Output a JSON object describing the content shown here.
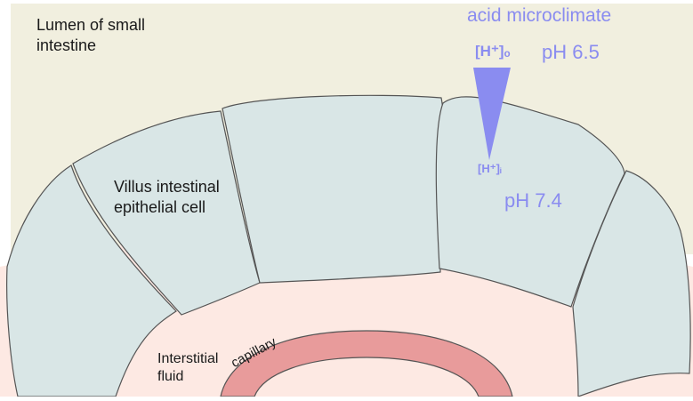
{
  "labels": {
    "lumen": "Lumen of small\nintestine",
    "villus_cell": "Villus intestinal\nepithelial cell",
    "acid_microclimate": "acid microclimate",
    "h_outside": "[H⁺]ₒ",
    "ph_outside": "pH 6.5",
    "h_inside": "[H⁺]ᵢ",
    "ph_inside": "pH 7.4",
    "interstitial": "Interstitial\nfluid",
    "capillary": "capillary"
  },
  "colors": {
    "lumen_bg": "#f1efdf",
    "cell_fill": "#d9e6e6",
    "cell_stroke": "#555555",
    "interstitial_bg": "#fde9e3",
    "capillary_fill": "#e89b9b",
    "gradient_triangle": "#8a8cf0",
    "accent_text": "#8a8cf0"
  }
}
